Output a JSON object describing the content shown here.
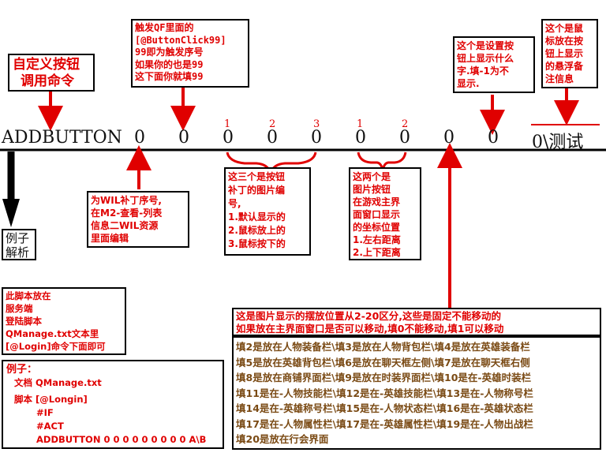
{
  "top_callouts": {
    "custom_button": [
      "自定义按钮",
      "调用命令"
    ],
    "trigger": [
      "触发QF里面的",
      "[@ButtonClick99]",
      "99即为触发序号",
      "如果你的也是99",
      "这下面你就填99"
    ],
    "display_text": [
      "这个是设置按",
      "钮上显示什么",
      "字.填-1为不",
      "显示."
    ],
    "hover": [
      "这个是鼠",
      "标放在按",
      "钮上显示",
      "的悬浮备",
      "注信息"
    ]
  },
  "command_line": {
    "command": "ADDBUTTON",
    "values": [
      "0",
      "0",
      "0",
      "0",
      "0",
      "0",
      "0",
      "0",
      "0"
    ],
    "tail": "0\\测试",
    "indices_a": [
      "1",
      "2",
      "3"
    ],
    "indices_b": [
      "1",
      "2"
    ]
  },
  "bottom_callouts": {
    "wil": [
      "为WIL补丁序号,",
      "在M2-查看-列表",
      "信息二WIL资源",
      "里面编辑"
    ],
    "images": [
      "这三个是按钮",
      "补丁的图片编",
      "号,",
      "1.默认显示的",
      "2.鼠标放上的",
      "3.鼠标按下的"
    ],
    "coords": [
      "这两个是",
      "图片按钮",
      "在游戏主界",
      "面窗口显示",
      "的坐标位置",
      "1.左右距离",
      "2.上下距离"
    ],
    "example_label": [
      "例子",
      "解析"
    ],
    "server": [
      "此脚本放在",
      "服务端",
      "登陆脚本",
      "QManage.txt文本里",
      "[@Login]命令下面即可"
    ],
    "example": {
      "title": "例子：",
      "lines": [
        "文档 QManage.txt",
        "脚本 [@Longin]",
        "#IF",
        "#ACT",
        "ADDBUTTON  0  0  0  0  0  0  0  0  0  A\\B"
      ]
    },
    "position_header": [
      "这是图片显示的摆放位置从2-20区分,这些是固定不能移动的",
      "如果放在主界面窗口是否可以移动,填0不能移动,填1可以移动"
    ],
    "position_list": [
      "填2是放在人物装备栏\\填3是放在人物背包栏\\填4是放在英雄装备栏",
      "填5是放在英雄背包栏\\填6是放在聊天框左侧\\填7是放在聊天框右侧",
      "填8是放在商铺界面栏\\填9是放在时装界面栏\\填10是在-英雄时装栏",
      "填11是在-人物技能栏\\填12是在-英雄技能栏\\填13是在-人物称号栏",
      "填14是在-英雄称号栏\\填15是在-人物状态栏\\填16是在-英雄状态栏",
      "填17是在-人物属性栏\\填17是在-英雄属性栏\\填19是在-人物出战栏",
      "填20是放在行会界面"
    ]
  },
  "colors": {
    "accent": "#e00000",
    "list_text": "#7a4a14"
  }
}
